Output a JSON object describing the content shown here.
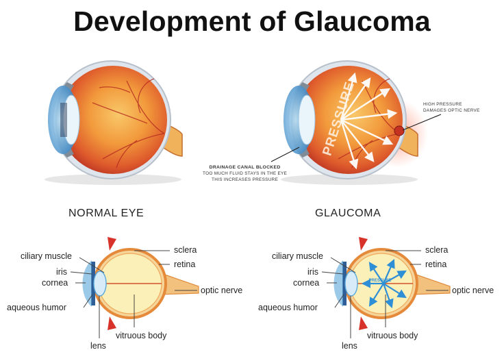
{
  "title": "Development of Glaucoma",
  "headings": {
    "normal": "NORMAL EYE",
    "glaucoma": "GLAUCOMA"
  },
  "pressure_word": "PRESSURE",
  "small_pressure_word": "PRESSURE",
  "callouts": {
    "high_pressure_line1": "HIGH PRESSURE",
    "high_pressure_line2": "DAMAGES  OPTIC NERVE",
    "drainage_line1": "DRAINAGE CANAL BLOCKED",
    "drainage_line2": "TOO MUCH FLUID STAYS IN THE EYE",
    "drainage_line3": "THIS INCREASES PRESSURE"
  },
  "labels": {
    "ciliary_muscle": "ciliary muscle",
    "iris": "iris",
    "cornea": "cornea",
    "aqueous_humor": "aqueous humor",
    "lens": "lens",
    "sclera": "sclera",
    "retina": "retina",
    "optic_nerve": "optic nerve",
    "vitruous_body": "vitruous body"
  },
  "colors": {
    "eyeball_red": "#d9472b",
    "eyeball_orange": "#f4a23a",
    "sclera_grey": "#cfd6de",
    "cornea_blue": "#5ea9d8",
    "vitreous_yellow": "#fbf0b8",
    "arrow_blue": "#2f8fd6",
    "nerve_orange": "#e8893a"
  }
}
